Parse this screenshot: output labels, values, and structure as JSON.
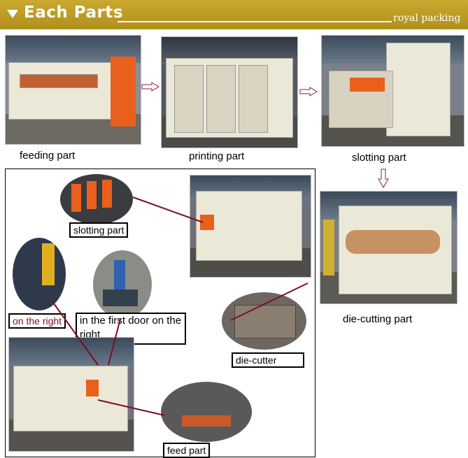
{
  "header": {
    "title": "Each Parts",
    "brand": "royal packing",
    "color": "#b8961f"
  },
  "top_row": {
    "captions": [
      "feeding part",
      "printing part",
      "slotting part"
    ]
  },
  "right_column": {
    "caption": "die-cutting part"
  },
  "detail_panel": {
    "labels": {
      "slotting": "slotting part",
      "on_right": "on the right",
      "first_door": "in the first door on the right",
      "die_cutter": "die-cutter",
      "feed": "feed part"
    },
    "on_right_color": "#7a1020",
    "connector_color": "#7a1020"
  }
}
